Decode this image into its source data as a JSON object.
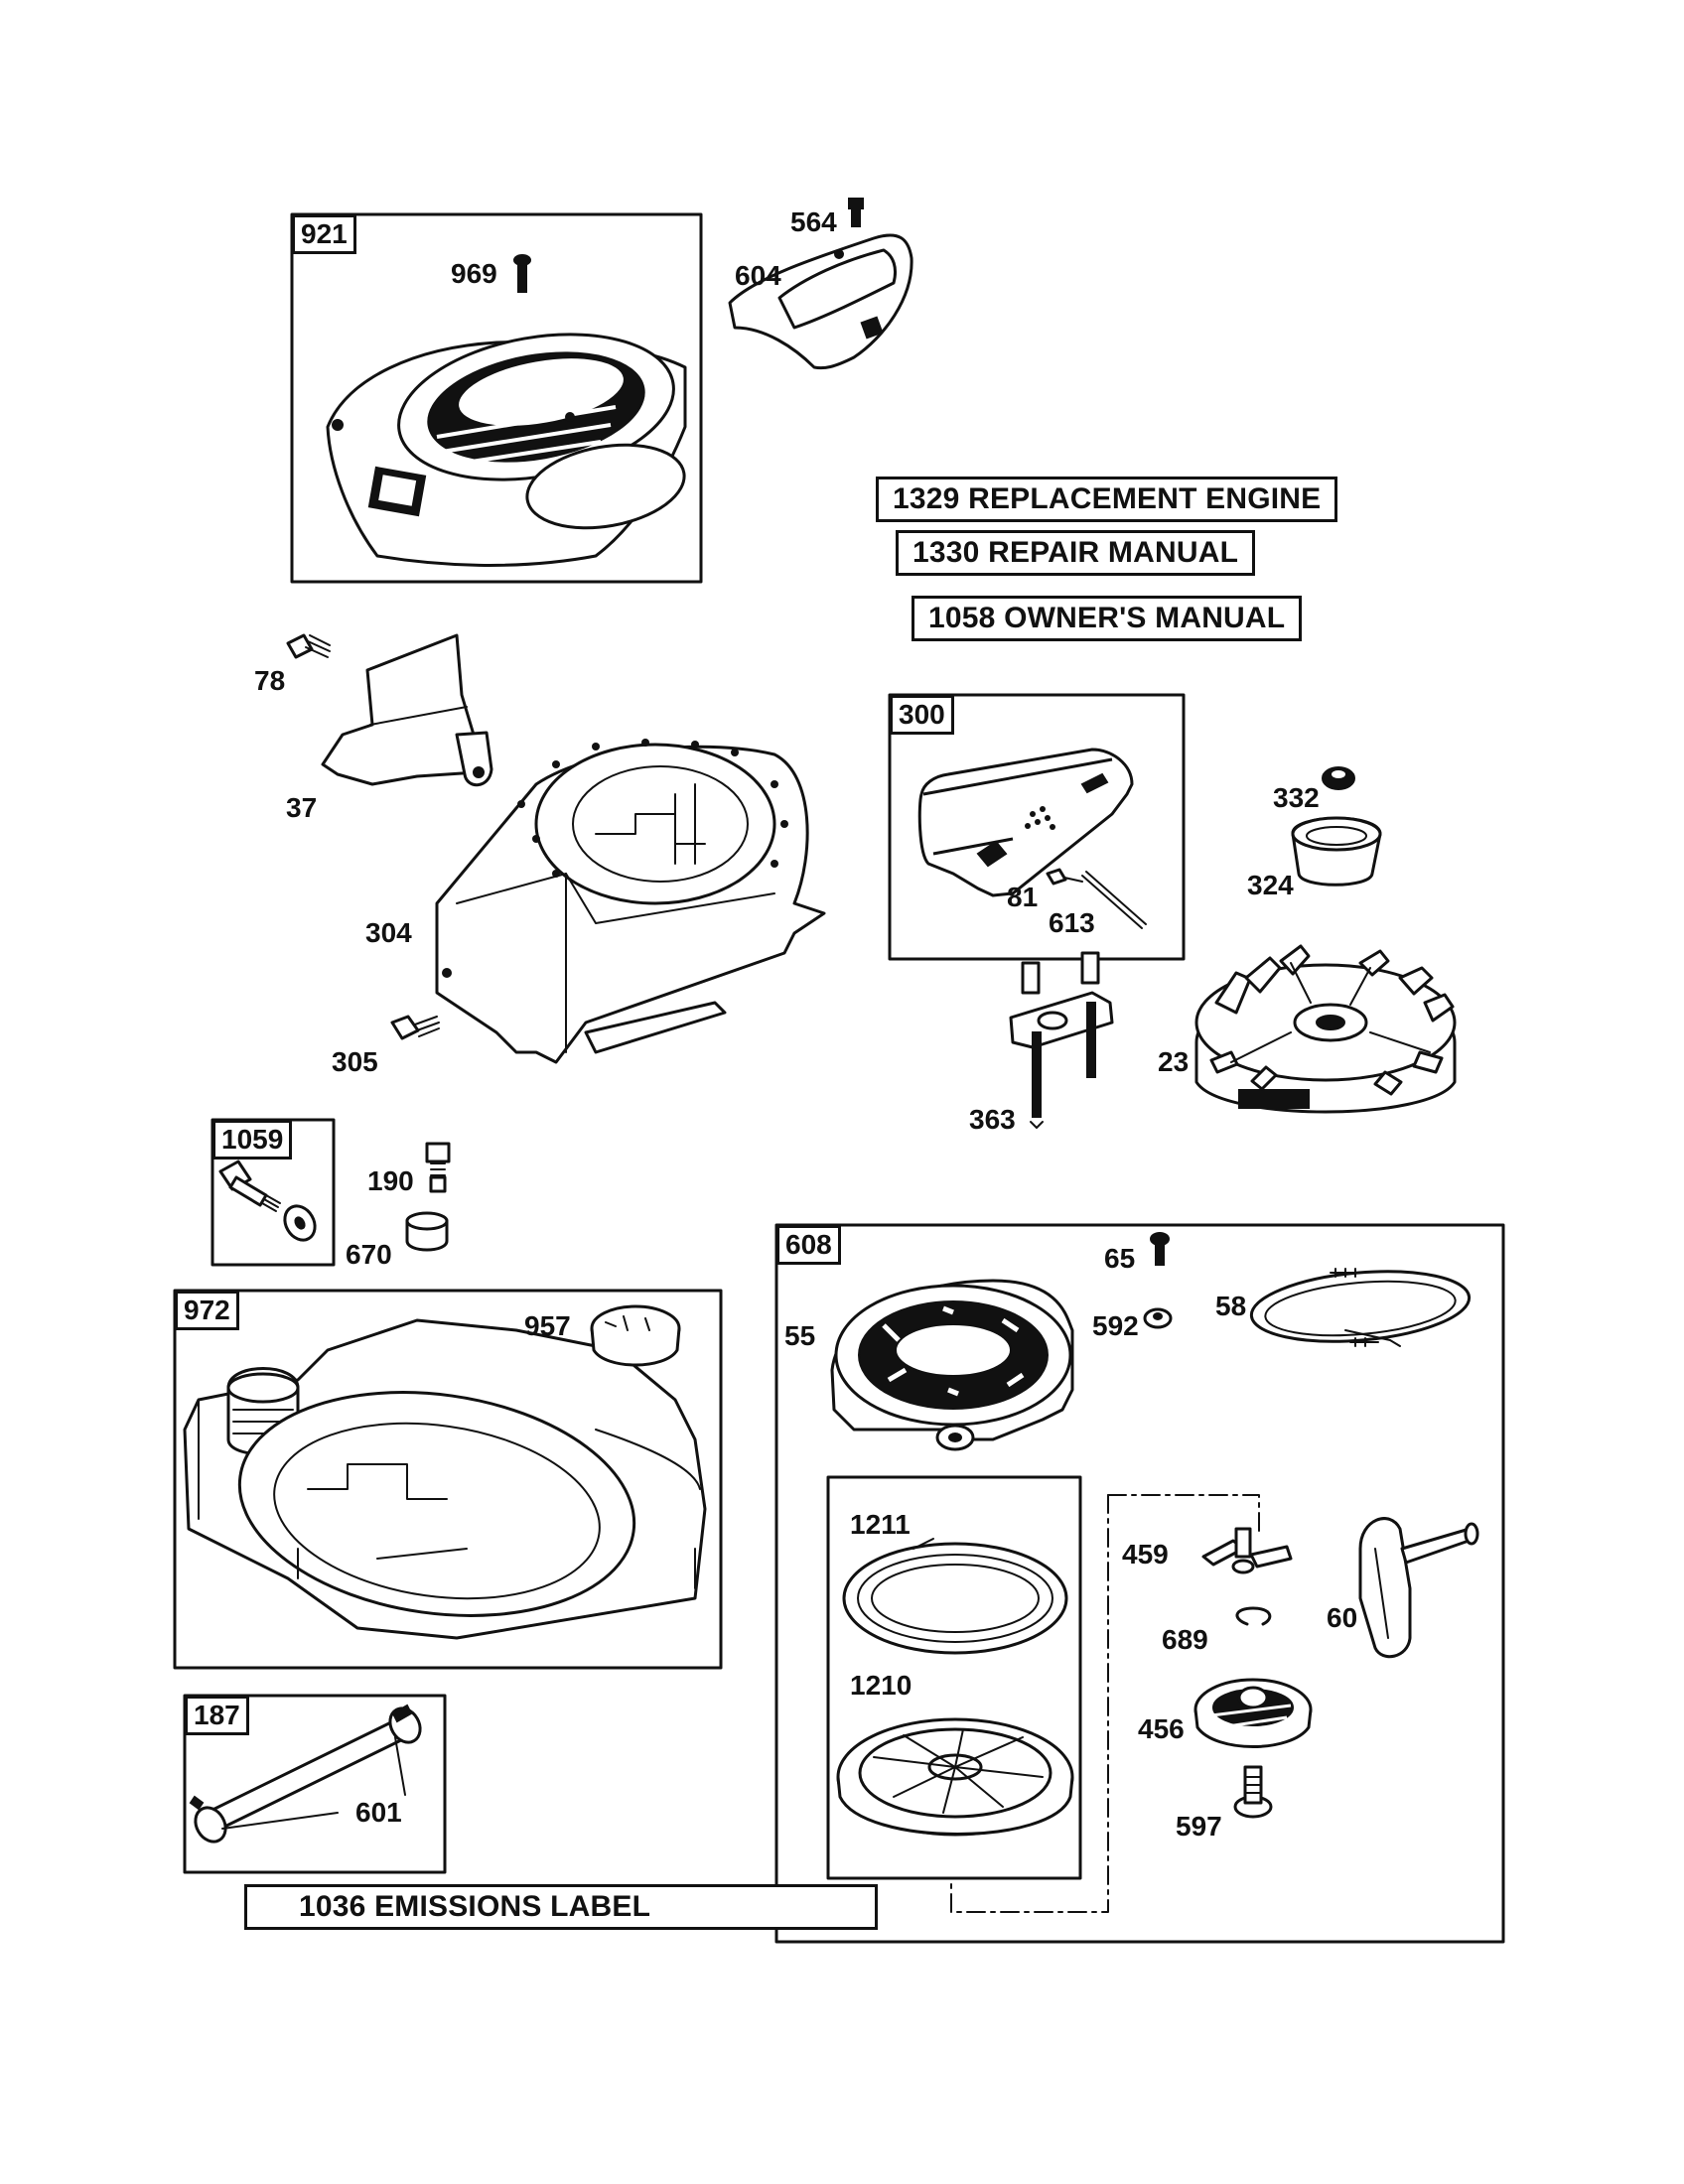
{
  "groups": {
    "g921": "921",
    "g300": "300",
    "g1059": "1059",
    "g972": "972",
    "g187": "187",
    "g608": "608"
  },
  "notes": {
    "n1329": "1329 REPLACEMENT ENGINE",
    "n1330": "1330 REPAIR MANUAL",
    "n1058": "1058 OWNER'S MANUAL",
    "n1036": "1036 EMISSIONS LABEL"
  },
  "parts": {
    "p969": "969",
    "p564": "564",
    "p604": "604",
    "p78": "78",
    "p37": "37",
    "p304": "304",
    "p305": "305",
    "p332": "332",
    "p324": "324",
    "p81": "81",
    "p613": "613",
    "p23": "23",
    "p363": "363",
    "p190": "190",
    "p670": "670",
    "p957": "957",
    "p65": "65",
    "p592": "592",
    "p58": "58",
    "p55": "55",
    "p1211": "1211",
    "p1210": "1210",
    "p459": "459",
    "p689": "689",
    "p60": "60",
    "p456": "456",
    "p597": "597",
    "p601": "601"
  }
}
